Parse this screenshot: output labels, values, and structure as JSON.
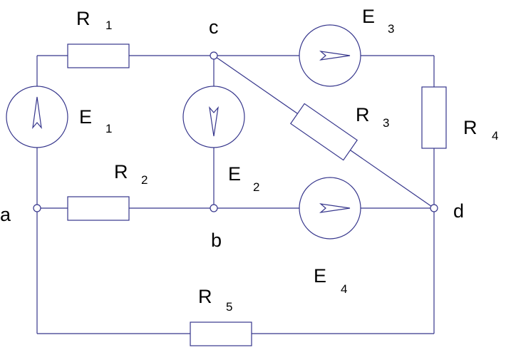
{
  "colors": {
    "wire": "#36368c",
    "text": "#000000",
    "background": "#ffffff"
  },
  "nodes": {
    "a": "a",
    "b": "b",
    "c": "c",
    "d": "d"
  },
  "resistors": [
    {
      "letter": "R",
      "index": "1"
    },
    {
      "letter": "R",
      "index": "2"
    },
    {
      "letter": "R",
      "index": "3"
    },
    {
      "letter": "R",
      "index": "4"
    },
    {
      "letter": "R",
      "index": "5"
    }
  ],
  "sources": [
    {
      "letter": "E",
      "index": "1"
    },
    {
      "letter": "E",
      "index": "2"
    },
    {
      "letter": "E",
      "index": "3"
    },
    {
      "letter": "E",
      "index": "4"
    }
  ]
}
